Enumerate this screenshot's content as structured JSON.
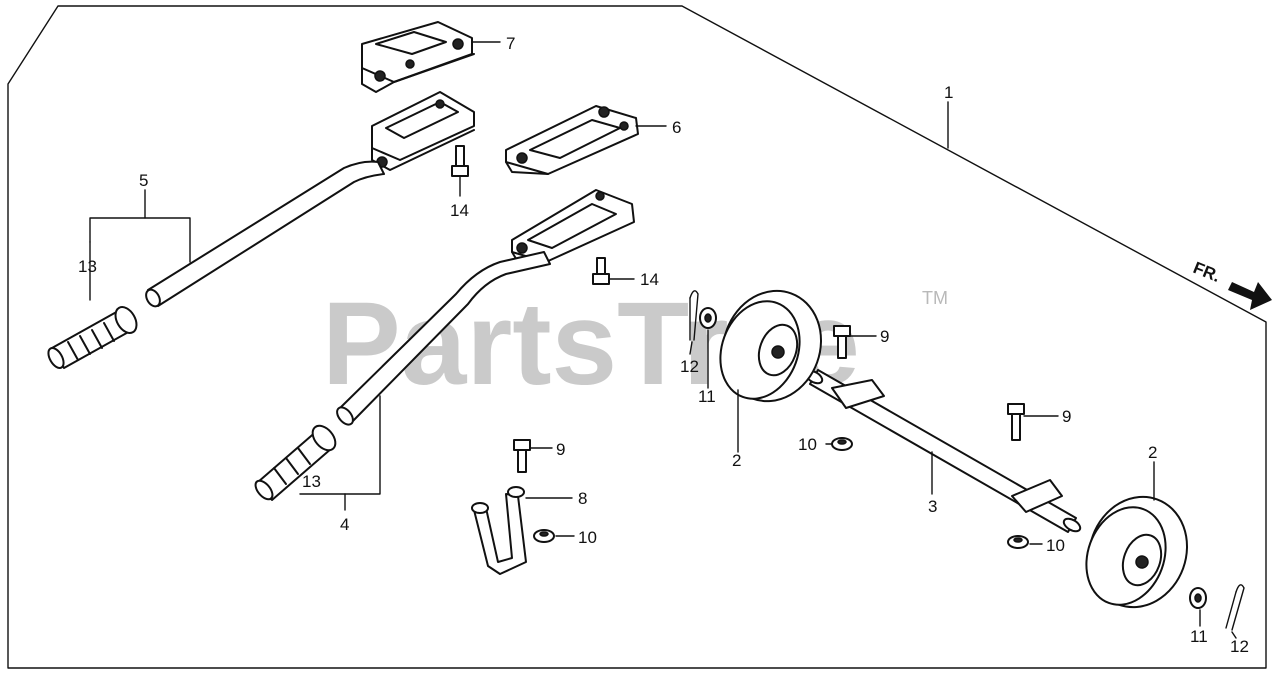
{
  "watermark": {
    "text": "PartsTree",
    "trademark": "TM"
  },
  "front_indicator": "FR.",
  "callouts": {
    "c1": "1",
    "c2a": "2",
    "c2b": "2",
    "c3": "3",
    "c4": "4",
    "c5": "5",
    "c6": "6",
    "c7": "7",
    "c8": "8",
    "c9a": "9",
    "c9b": "9",
    "c9c": "9",
    "c10a": "10",
    "c10b": "10",
    "c10c": "10",
    "c11a": "11",
    "c11b": "11",
    "c12a": "12",
    "c12b": "12",
    "c13a": "13",
    "c13b": "13",
    "c14a": "14",
    "c14b": "14"
  }
}
